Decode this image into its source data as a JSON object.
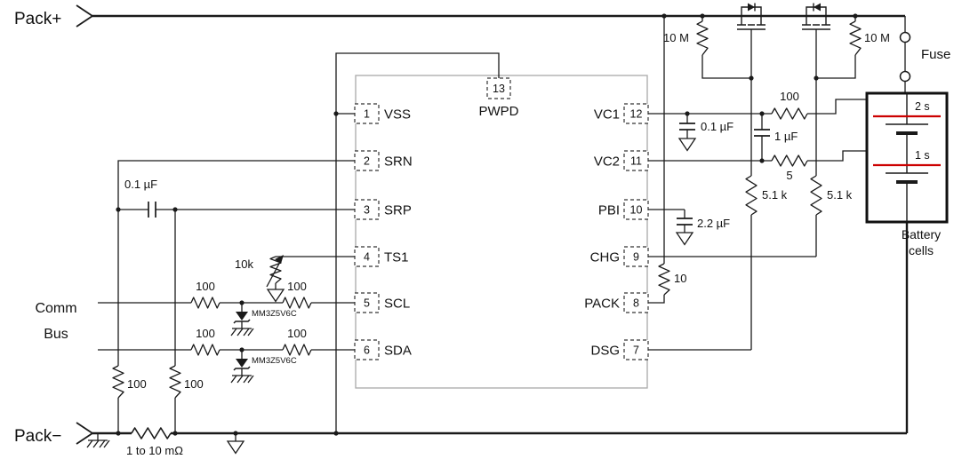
{
  "terminals": {
    "pack_plus": "Pack+",
    "pack_minus": "Pack−"
  },
  "comm_bus": {
    "line1": "Comm",
    "line2": "Bus"
  },
  "colors": {
    "cell_marker": "#cc0000",
    "wire": "#1a1a1a"
  },
  "left_section": {
    "srp_cap": "0.1 µF",
    "scl_r1": "100",
    "scl_r2": "100",
    "sda_r1": "100",
    "sda_r2": "100",
    "scl_zener": "MM3Z5V6C",
    "sda_zener": "MM3Z5V6C",
    "ts1_thermistor": "10k",
    "srn_filter_r": "100",
    "srp_filter_r": "100",
    "sense_resistor": "1 to 10 mΩ"
  },
  "ic": {
    "top_pin": {
      "num": "13",
      "name": "PWPD"
    },
    "left_pins": [
      {
        "num": "1",
        "name": "VSS"
      },
      {
        "num": "2",
        "name": "SRN"
      },
      {
        "num": "3",
        "name": "SRP"
      },
      {
        "num": "4",
        "name": "TS1"
      },
      {
        "num": "5",
        "name": "SCL"
      },
      {
        "num": "6",
        "name": "SDA"
      }
    ],
    "right_pins": [
      {
        "num": "12",
        "name": "VC1"
      },
      {
        "num": "11",
        "name": "VC2"
      },
      {
        "num": "10",
        "name": "PBI"
      },
      {
        "num": "9",
        "name": "CHG"
      },
      {
        "num": "8",
        "name": "PACK"
      },
      {
        "num": "7",
        "name": "DSG"
      }
    ]
  },
  "right_section": {
    "pullup_left": "10 M",
    "pullup_right": "10 M",
    "vc1_cap": "0.1 µF",
    "vc1_r": "100",
    "vc2_cap": "1 µF",
    "vc2_r": "5",
    "gate_r_left": "5.1 k",
    "gate_r_right": "5.1 k",
    "pbi_cap": "2.2 µF",
    "pack_r": "10",
    "fuse": "Fuse",
    "battery": {
      "label_line1": "Battery",
      "label_line2": "cells",
      "top_cell": "2 s",
      "bottom_cell": "1 s"
    }
  }
}
